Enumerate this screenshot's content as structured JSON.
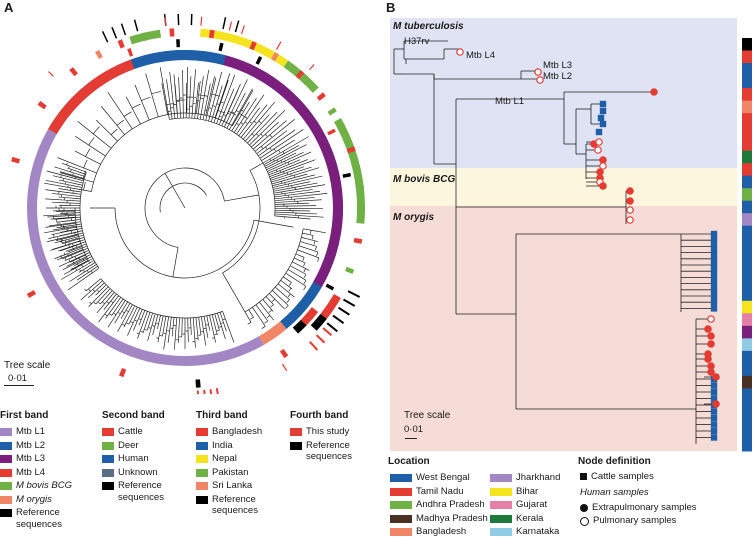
{
  "panels": {
    "a_label": "A",
    "b_label": "B"
  },
  "colors": {
    "purple_light": "#a386c4",
    "blue": "#1f5fa8",
    "purple": "#7b1f7d",
    "red": "#e43b33",
    "green": "#6fb144",
    "salmon": "#f08666",
    "black": "#000000",
    "yellow": "#f5e31e",
    "gray_blue": "#5a6f86",
    "dark_brown": "#4a3022",
    "pink": "#e57fa8",
    "dark_green": "#1d7a3a",
    "light_blue": "#8fcbe5",
    "band_b_tb": "#dfe3f3",
    "band_b_bcg": "#fdf6df",
    "band_b_orygis": "#f6dcd6"
  },
  "panel_a": {
    "tree_scale_label": "Tree scale",
    "tree_scale_value": "0·01",
    "legend": [
      {
        "title": "First band",
        "items": [
          {
            "label": "Mtb L1",
            "color": "#a386c4",
            "italic": false
          },
          {
            "label": "Mtb L2",
            "color": "#1f5fa8",
            "italic": false
          },
          {
            "label": "Mtb L3",
            "color": "#7b1f7d",
            "italic": false
          },
          {
            "label": "Mtb L4",
            "color": "#e43b33",
            "italic": false
          },
          {
            "label": "M bovis BCG",
            "color": "#6fb144",
            "italic": true
          },
          {
            "label": "M orygis",
            "color": "#f08666",
            "italic": true
          },
          {
            "label": "Reference sequences",
            "color": "#000000",
            "italic": false
          }
        ]
      },
      {
        "title": "Second band",
        "items": [
          {
            "label": "Cattle",
            "color": "#e43b33",
            "italic": false
          },
          {
            "label": "Deer",
            "color": "#6fb144",
            "italic": false
          },
          {
            "label": "Human",
            "color": "#1f5fa8",
            "italic": false
          },
          {
            "label": "Unknown",
            "color": "#5a6f86",
            "italic": false
          },
          {
            "label": "Reference sequences",
            "color": "#000000",
            "italic": false
          }
        ]
      },
      {
        "title": "Third band",
        "items": [
          {
            "label": "Bangladesh",
            "color": "#e43b33",
            "italic": false
          },
          {
            "label": "India",
            "color": "#1f5fa8",
            "italic": false
          },
          {
            "label": "Nepal",
            "color": "#f5e31e",
            "italic": false
          },
          {
            "label": "Pakistan",
            "color": "#6fb144",
            "italic": false
          },
          {
            "label": "Sri Lanka",
            "color": "#f08666",
            "italic": false
          },
          {
            "label": "Reference sequences",
            "color": "#000000",
            "italic": false
          }
        ]
      },
      {
        "title": "Fourth band",
        "items": [
          {
            "label": "This study",
            "color": "#e43b33",
            "italic": false
          },
          {
            "label": "Reference sequences",
            "color": "#000000",
            "italic": false
          }
        ]
      }
    ]
  },
  "panel_b": {
    "groups": [
      {
        "label": "M tuberculosis",
        "color": "#dfe3f3"
      },
      {
        "label": "M bovis BCG",
        "color": "#fdf6df"
      },
      {
        "label": "M orygis",
        "color": "#f6dcd6"
      }
    ],
    "leaf_labels": [
      "H37rv",
      "Mtb L4",
      "Mtb L3",
      "Mtb L2",
      "Mtb L1"
    ],
    "tree_scale_label": "Tree scale",
    "tree_scale_value": "0·01",
    "location_title": "Location",
    "locations": [
      {
        "label": "West Bengal",
        "color": "#1f5fa8"
      },
      {
        "label": "Tamil Nadu",
        "color": "#e43b33"
      },
      {
        "label": "Andhra Pradesh",
        "color": "#6fb144"
      },
      {
        "label": "Madhya Pradesh",
        "color": "#4a3022"
      },
      {
        "label": "Bangladesh",
        "color": "#f08666"
      },
      {
        "label": "Jharkhand",
        "color": "#a386c4"
      },
      {
        "label": "Bihar",
        "color": "#f5e31e"
      },
      {
        "label": "Gujarat",
        "color": "#e57fa8"
      },
      {
        "label": "Kerala",
        "color": "#1d7a3a"
      },
      {
        "label": "Karnataka",
        "color": "#8fcbe5"
      }
    ],
    "node_title": "Node definition",
    "node_items": {
      "cattle": "Cattle samples",
      "human": "Human samples",
      "extra": "Extrapulmonary samples",
      "pulm": "Pulmonary samples"
    }
  }
}
